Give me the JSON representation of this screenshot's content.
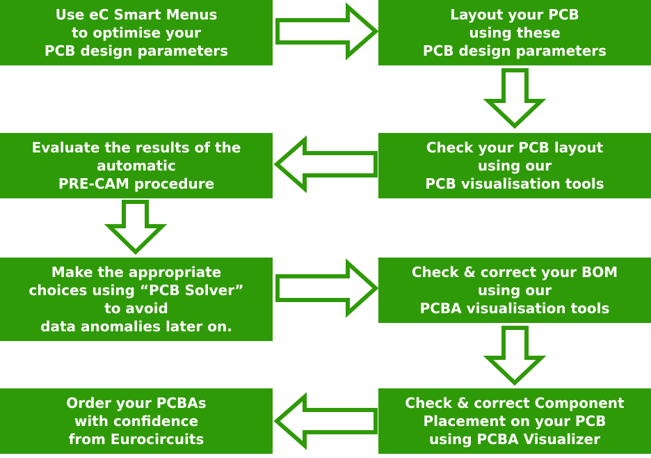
{
  "theme": {
    "box_color": "#2f9a07",
    "text_color": "#ffffff",
    "arrow_fill": "#ffffff",
    "arrow_stroke": "#2f9a07"
  },
  "steps": [
    {
      "lines": [
        "Use eC Smart Menus",
        "to optimise your",
        "PCB design parameters"
      ]
    },
    {
      "lines": [
        "Layout your PCB",
        "using these",
        "PCB design parameters"
      ]
    },
    {
      "lines": [
        "Check your PCB layout",
        "using our",
        "PCB visualisation tools"
      ]
    },
    {
      "lines": [
        "Evaluate the results of the",
        "automatic",
        "PRE-CAM procedure"
      ]
    },
    {
      "lines": [
        "Make the appropriate",
        "choices using “PCB Solver”",
        "to avoid",
        "data anomalies later on."
      ]
    },
    {
      "lines": [
        "Check & correct your BOM",
        "using our",
        "PCBA visualisation tools"
      ]
    },
    {
      "lines": [
        "Check & correct Component",
        "Placement on your PCB",
        "using PCBA Visualizer"
      ]
    },
    {
      "lines": [
        "Order your PCBAs",
        "with confidence",
        "from Eurocircuits"
      ]
    }
  ],
  "arrows": [
    {
      "from": "step-1",
      "to": "step-2",
      "direction": "right"
    },
    {
      "from": "step-2",
      "to": "step-3",
      "direction": "down"
    },
    {
      "from": "step-3",
      "to": "step-4",
      "direction": "left"
    },
    {
      "from": "step-4",
      "to": "step-5",
      "direction": "down"
    },
    {
      "from": "step-5",
      "to": "step-6",
      "direction": "right"
    },
    {
      "from": "step-6",
      "to": "step-7",
      "direction": "down"
    },
    {
      "from": "step-7",
      "to": "step-8",
      "direction": "left"
    }
  ]
}
